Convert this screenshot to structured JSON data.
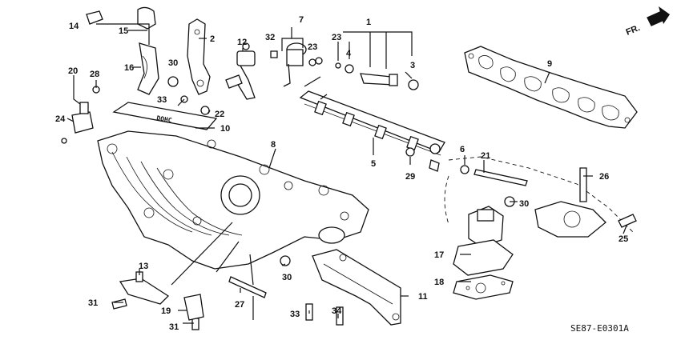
{
  "diagram": {
    "diagram_code": "SE87-E0301A",
    "direction_label": "FR.",
    "callouts": {
      "c1": "1",
      "c2": "2",
      "c3": "3",
      "c4": "4",
      "c5": "5",
      "c6": "6",
      "c7": "7",
      "c8": "8",
      "c9": "9",
      "c10": "10",
      "c11": "11",
      "c12": "12",
      "c13": "13",
      "c14": "14",
      "c15": "15",
      "c16": "16",
      "c17": "17",
      "c18": "18",
      "c19": "19",
      "c20": "20",
      "c21": "21",
      "c22": "22",
      "c23a": "23",
      "c23b": "23",
      "c24": "24",
      "c25": "25",
      "c26": "26",
      "c27": "27",
      "c28": "28",
      "c29": "29",
      "c30a": "30",
      "c30b": "30",
      "c30c": "30",
      "c31a": "31",
      "c31b": "31",
      "c32": "32",
      "c33a": "33",
      "c33b": "33",
      "c34": "34"
    },
    "label_plate_text": "DOHC"
  }
}
